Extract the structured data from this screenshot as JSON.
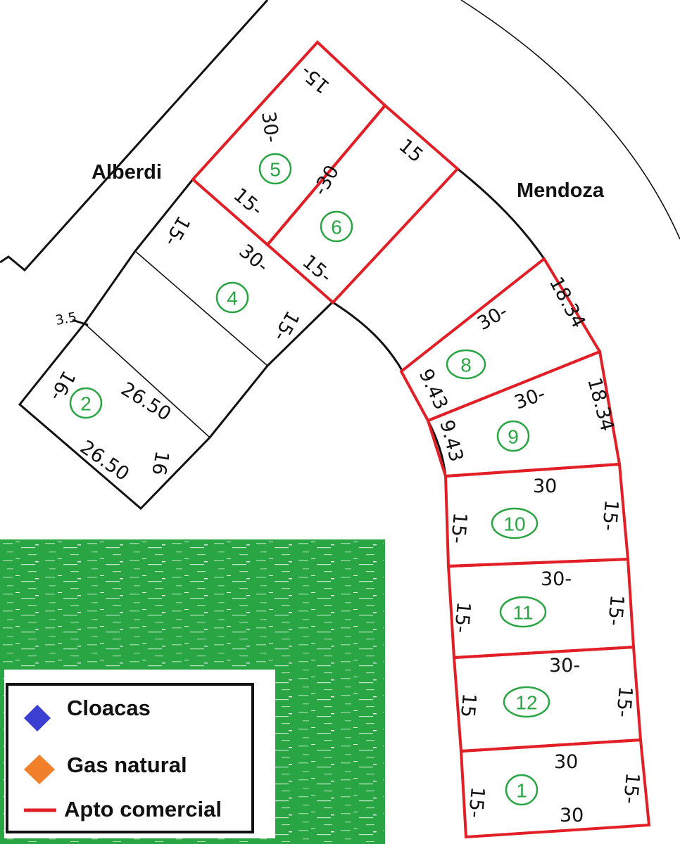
{
  "streets": {
    "alberdi": "Alberdi",
    "mendoza": "Mendoza"
  },
  "lots": [
    {
      "id": "5"
    },
    {
      "id": "6"
    },
    {
      "id": "4"
    },
    {
      "id": "2"
    },
    {
      "id": "8"
    },
    {
      "id": "9"
    },
    {
      "id": "10"
    },
    {
      "id": "11"
    },
    {
      "id": "12"
    },
    {
      "id": "1"
    }
  ],
  "dimensions": {
    "l5_a": "15-",
    "l5_b": "30-",
    "l5_c": "15-",
    "l6_a": "15",
    "l6_b": "-30",
    "l6_c": "15-",
    "l4_a": "15-",
    "l4_b": "30-",
    "l4_c": "15-",
    "l3_a": "3.5",
    "l2_a": "16-",
    "l2_b": "26.50",
    "l2_c": "26.50",
    "l2_d": "16",
    "l8_a": "30-",
    "l8_b": "18.34",
    "l8_c": "9.43",
    "l9_a": "30-",
    "l9_b": "18.34",
    "l9_c": "9.43",
    "l10_a": "30",
    "l10_b": "15-",
    "l10_c": "15-",
    "l11_a": "30-",
    "l11_b": "15-",
    "l11_c": "15-",
    "l12_a": "30-",
    "l12_b": "15",
    "l12_c": "15-",
    "l1_a": "30",
    "l1_b": "30",
    "l1_c": "15-",
    "l1_d": "15-"
  },
  "legend": {
    "cloacas": "Cloacas",
    "gas_natural": "Gas natural",
    "apto_comercial": "Apto comercial"
  },
  "colors": {
    "apto_comercial": "#e21f26",
    "cloacas": "#3b3fd1",
    "gas_natural": "#f2802a",
    "green_area": "#2aa543",
    "lot_number": "#2aa543"
  },
  "icons": {
    "cloacas": "blue-diamond-icon",
    "gas_natural": "orange-diamond-icon",
    "apto_comercial": "red-line-icon"
  }
}
